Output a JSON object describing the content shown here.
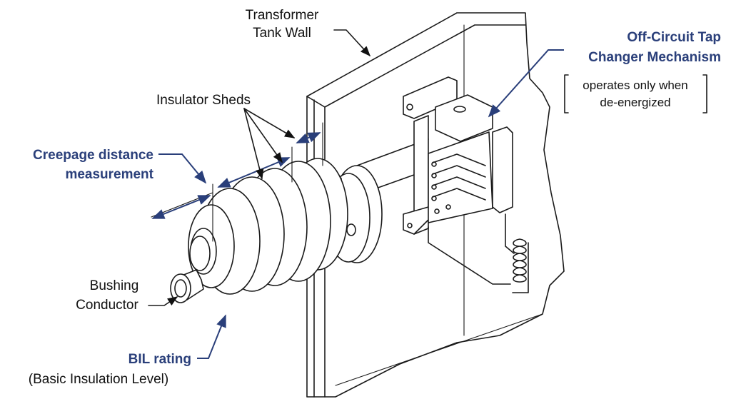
{
  "labels": {
    "tank_wall_line1": "Transformer",
    "tank_wall_line2": "Tank Wall",
    "tap_changer_line1": "Off-Circuit Tap",
    "tap_changer_line2": "Changer Mechanism",
    "tap_note_line1": "operates only when",
    "tap_note_line2": "de-energized",
    "insulator_sheds": "Insulator Sheds",
    "creepage_line1": "Creepage distance",
    "creepage_line2": "measurement",
    "bushing_line1": "Bushing",
    "bushing_line2": "Conductor",
    "bil_line1": "BIL rating",
    "bil_line2": "(Basic Insulation Level)"
  },
  "colors": {
    "accent": "#2a3f7a",
    "ink": "#1a1a1a"
  }
}
